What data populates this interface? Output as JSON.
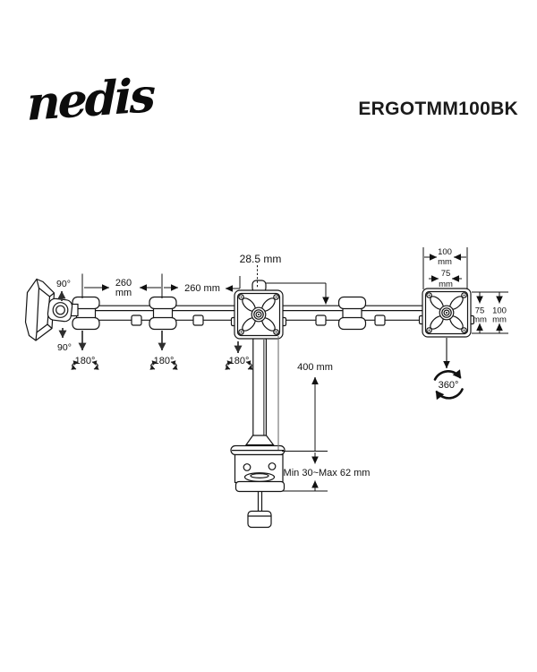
{
  "header": {
    "brand": "nedis",
    "model": "ERGOTMM100BK"
  },
  "colors": {
    "ink": "#111111",
    "muted_arrow": "#6e6e6e",
    "background": "#ffffff"
  },
  "diagram": {
    "type": "technical-dimension-drawing",
    "subject": "triple-monitor-desk-mount",
    "dimensions": {
      "vesa_offset": "28.5 mm",
      "arm1_value": "260",
      "arm1_unit": "mm",
      "arm2": "260 mm",
      "vesa_width100_value": "100",
      "vesa_width100_unit": "mm",
      "vesa_width75_value": "75",
      "vesa_width75_unit": "mm",
      "vesa_height75_value": "75",
      "vesa_height75_unit": "mm",
      "vesa_height100_value": "100",
      "vesa_height100_unit": "mm",
      "pole_height": "400 mm",
      "clamp_range": "Min 30~Max 62 mm"
    },
    "rotations": {
      "tilt_up": "90°",
      "tilt_down": "90°",
      "swivel1": "180°",
      "swivel2": "180°",
      "swivel3": "180°",
      "rotate": "360°"
    }
  }
}
